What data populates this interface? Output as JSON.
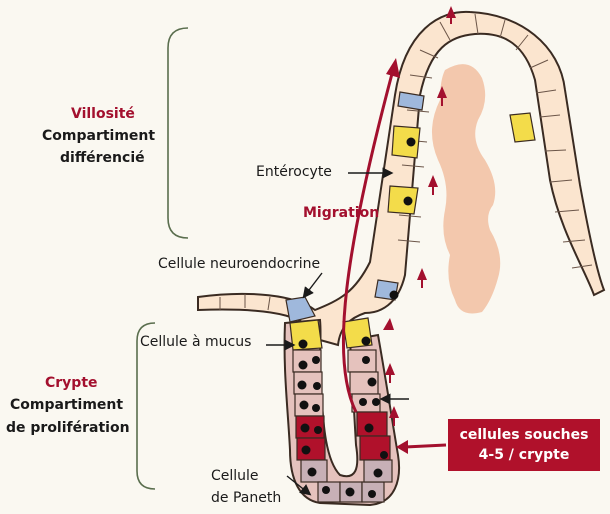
{
  "villus": {
    "title": "Villosité",
    "line1": "Compartiment",
    "line2": "différencié"
  },
  "crypt": {
    "title": "Crypte",
    "line1": "Compartiment",
    "line2": "de prolifération"
  },
  "labels": {
    "enterocyte": "Entérocyte",
    "migration": "Migration",
    "neuroendocrine": "Cellule neuroendocrine",
    "mucus": "Cellule à mucus",
    "paneth_line1": "Cellule",
    "paneth_line2": "de Paneth"
  },
  "stem_box": {
    "line1": "cellules souches",
    "line2": "4-5 / crypte"
  },
  "colors": {
    "epithelium": "#fbe5cf",
    "lamina": "#f3c8ad",
    "mucus_cell": "#f3dc4a",
    "neuroendocrine_cell": "#9fb8dc",
    "transit_cell": "#e5c2bd",
    "stem_cell": "#b0112b",
    "paneth_cell": "#c7b0b6",
    "accent_red": "#a3102e"
  }
}
